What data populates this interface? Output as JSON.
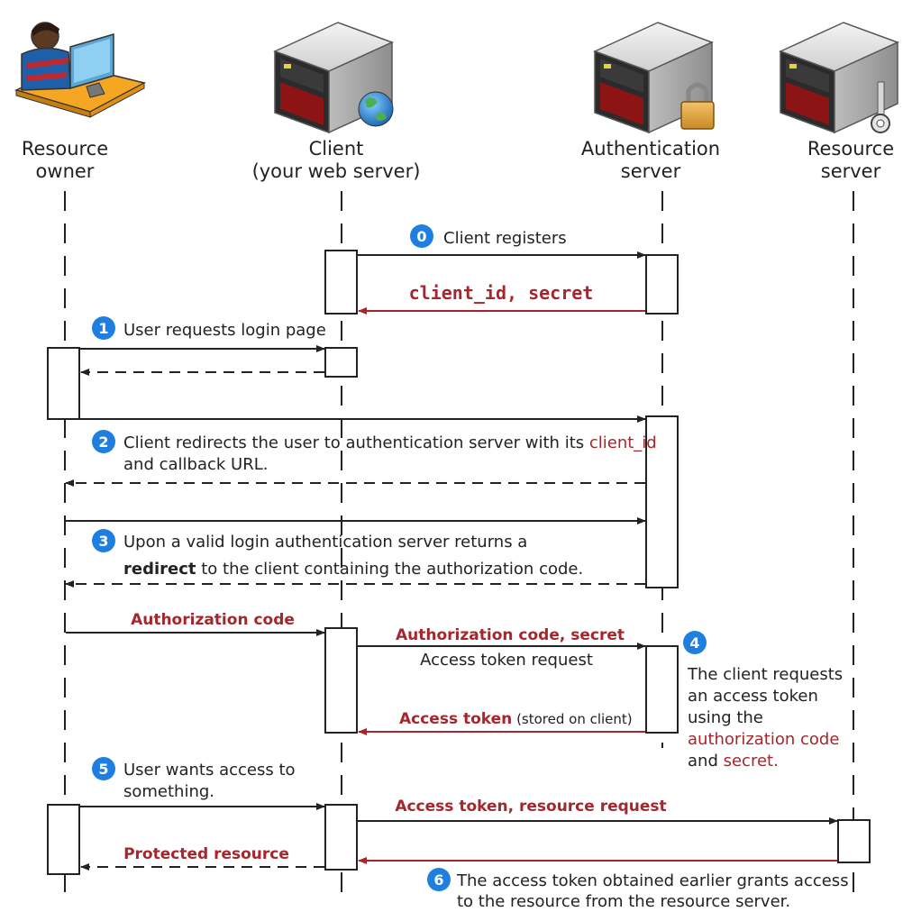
{
  "participants": {
    "owner": [
      "Resource",
      "owner"
    ],
    "client": [
      "Client",
      "(your web server)"
    ],
    "auth": [
      "Authentication",
      "server"
    ],
    "resource": [
      "Resource",
      "server"
    ]
  },
  "steps": {
    "s0": {
      "num": "0",
      "text": "Client registers",
      "reply": "client_id, secret"
    },
    "s1": {
      "num": "1",
      "text": "User requests login page"
    },
    "s2": {
      "num": "2",
      "line1_pre": "Client redirects the user to authentication server with its ",
      "line1_em": "client_id",
      "line2": "and callback URL."
    },
    "s3": {
      "num": "3",
      "line1": "Upon a valid login authentication server returns a",
      "line2_bold": "redirect",
      "line2_rest": " to the client containing the authorization code."
    },
    "auth_code": "Authorization code",
    "s4": {
      "num": "4",
      "request_label": "Authorization code, secret",
      "request_sub": "Access token request",
      "reply_bold": "Access token",
      "reply_rest": " (stored on client)",
      "note": [
        "The client requests",
        "an access token",
        "using the",
        "authorization code",
        "and ",
        "secret."
      ]
    },
    "s5": {
      "num": "5",
      "text": [
        "User wants access to",
        "something."
      ]
    },
    "resource_request": "Access token, resource request",
    "protected": "Protected resource",
    "s6": {
      "num": "6",
      "text": [
        "The access token obtained earlier grants access",
        "to the resource from the resource server."
      ]
    }
  },
  "colors": {
    "accent_red": "#a6262b",
    "badge_blue": "#1e7fe0",
    "line": "#222222"
  },
  "icons": [
    "user-at-computer-icon",
    "server-globe-icon",
    "server-lock-icon",
    "server-key-icon"
  ]
}
